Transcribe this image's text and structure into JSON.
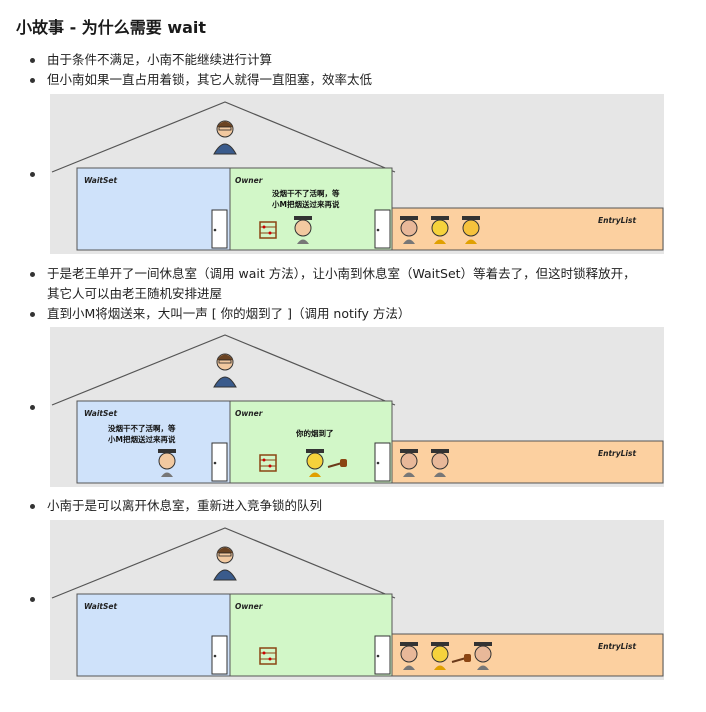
{
  "title": "小故事 - 为什么需要 wait",
  "bullets": [
    "由于条件不满足，小南不能继续进行计算",
    "但小南如果一直占用着锁，其它人就得一直阻塞，效率太低",
    "于是老王单开了一间休息室（调用 wait 方法），让小南到休息室（WaitSet）等着去了，但这时锁释放开，",
    "其它人可以由老王随机安排进屋",
    "直到小M将烟送来，大叫一声 [ 你的烟到了 ]（调用 notify 方法）",
    "小南于是可以离开休息室，重新进入竞争锁的队列"
  ],
  "scene": {
    "waitset_label": "WaitSet",
    "owner_label": "Owner",
    "entrylist_label": "EntryList",
    "speech_1a": "没烟干不了活啊，等",
    "speech_1b": "小M把烟送过来再说",
    "speech_2": "你的烟到了"
  },
  "colors": {
    "waitset": "#cfe2fa",
    "owner": "#d2f7c8",
    "entrylist": "#fcd0a0",
    "background": "#e6e6e6"
  }
}
